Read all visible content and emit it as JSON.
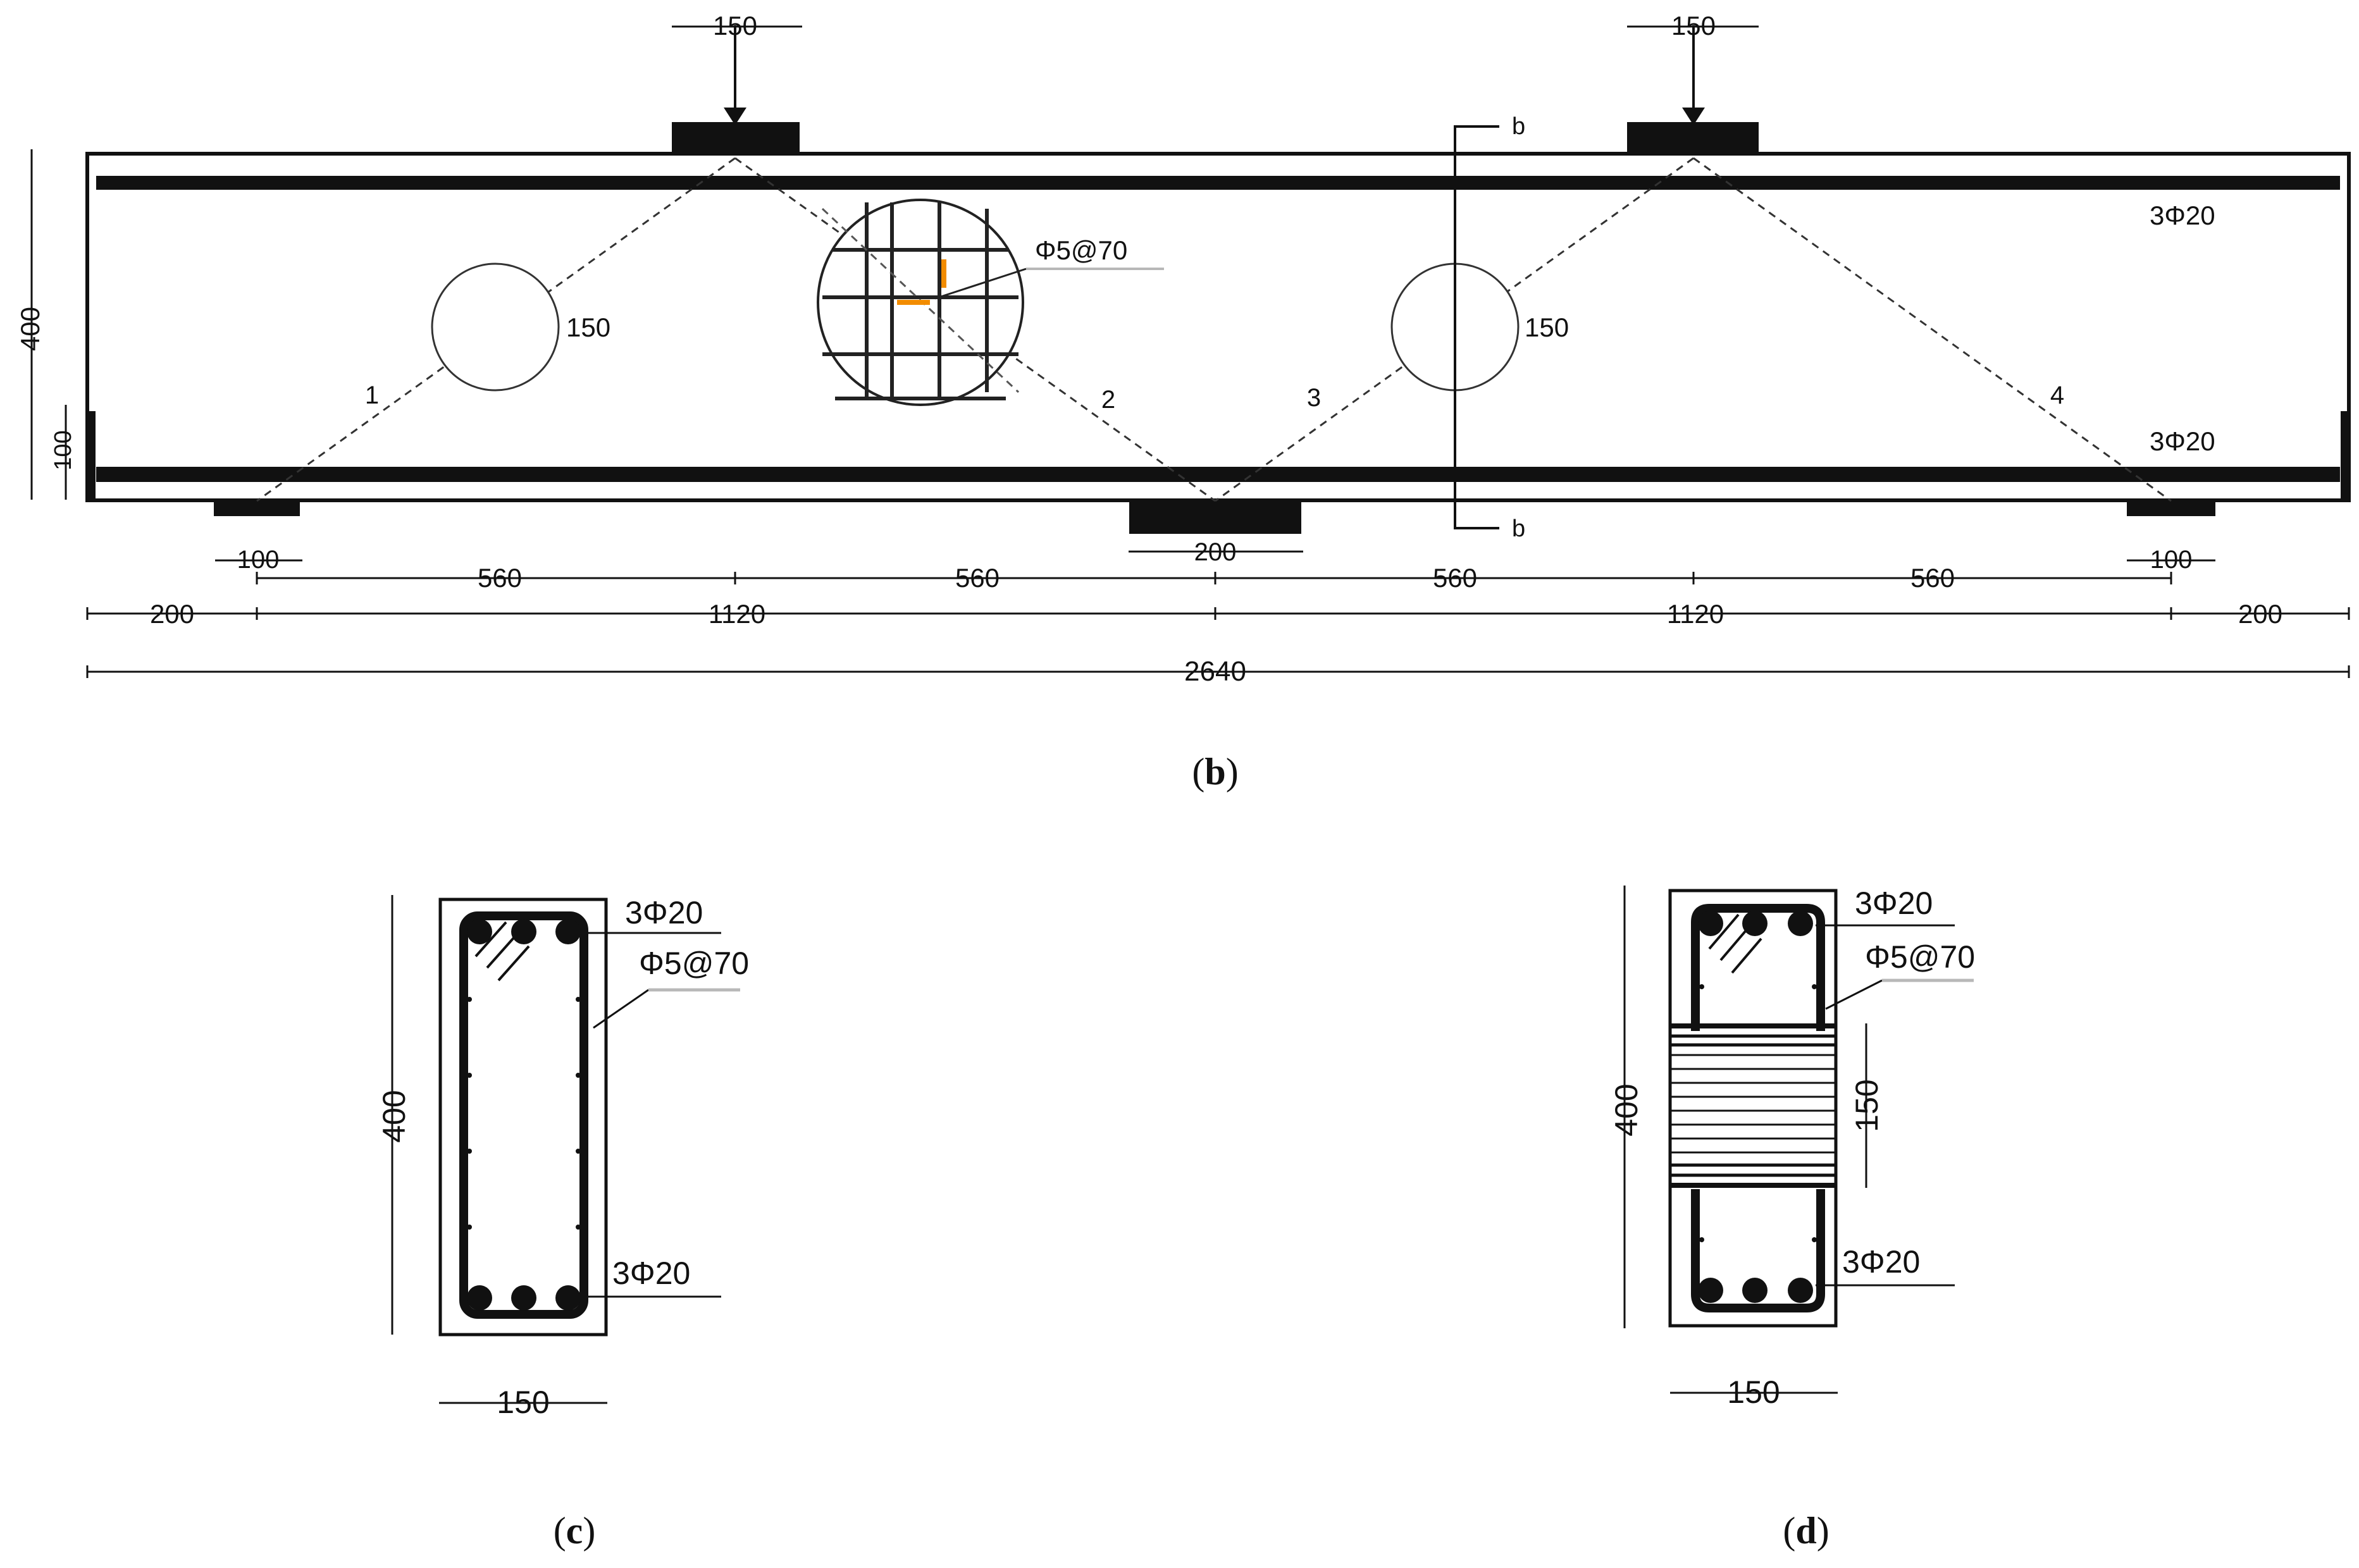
{
  "elevation": {
    "load_plate_widths": [
      "150",
      "150"
    ],
    "section_mark": "b",
    "top_bars": "3Φ20",
    "bottom_bars": "3Φ20",
    "stirrups": "Φ5@70",
    "opening_diameters": [
      "150",
      "150"
    ],
    "strut_labels": [
      "1",
      "2",
      "3",
      "4"
    ],
    "beam_height": "400",
    "bottom_offset": "100",
    "support_widths": [
      "100",
      "200",
      "100"
    ],
    "dim_row1": [
      "560",
      "560",
      "560",
      "560"
    ],
    "dim_row2": [
      "200",
      "1120",
      "1120",
      "200"
    ],
    "dim_total": "2640",
    "caption_letter": "b"
  },
  "section_c": {
    "height": "400",
    "width": "150",
    "top_bars": "3Φ20",
    "stirrups": "Φ5@70",
    "bottom_bars": "3Φ20",
    "caption_letter": "c"
  },
  "section_d": {
    "height": "400",
    "width": "150",
    "top_bars": "3Φ20",
    "stirrups": "Φ5@70",
    "opening": "150",
    "bottom_bars": "3Φ20",
    "caption_letter": "d"
  },
  "colors": {
    "ink": "#111111",
    "highlight": "#f28c00",
    "leader_grey": "#b8b8b8"
  }
}
